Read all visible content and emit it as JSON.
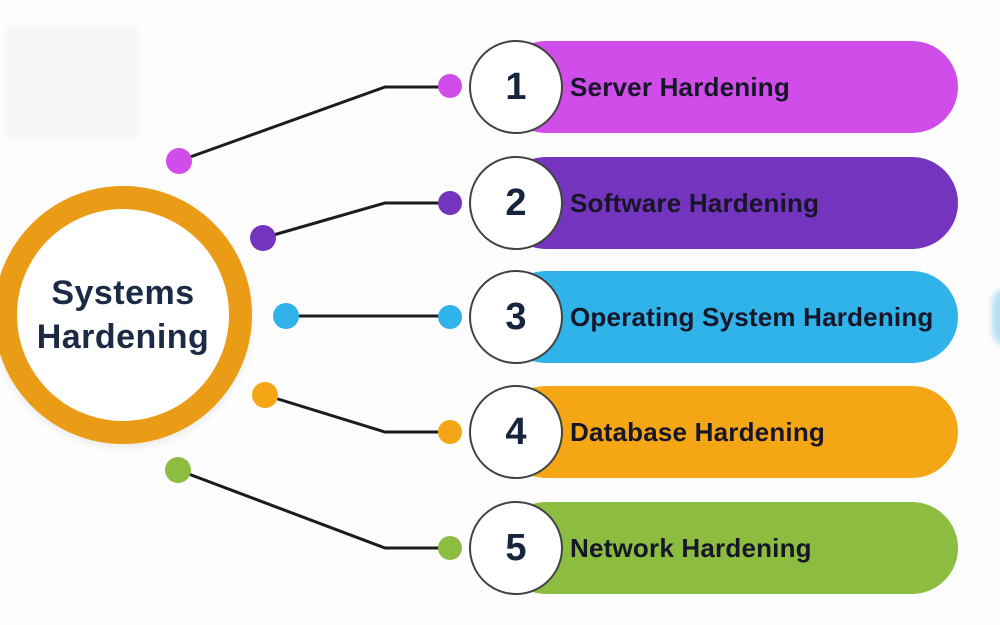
{
  "diagram": {
    "hub": {
      "title_line1": "Systems",
      "title_line2": "Hardening",
      "ring_color": "#EA9C17",
      "text_color": "#1B2B45"
    },
    "items": [
      {
        "number": "1",
        "label": "Server Hardening",
        "color": "#D14DEA"
      },
      {
        "number": "2",
        "label": "Software Hardening",
        "color": "#7534BD"
      },
      {
        "number": "3",
        "label": "Operating System Hardening",
        "color": "#2FB3E9"
      },
      {
        "number": "4",
        "label": "Database Hardening",
        "color": "#F5A614"
      },
      {
        "number": "5",
        "label": "Network Hardening",
        "color": "#8CBD41"
      }
    ],
    "number_text_color": "#16243C",
    "label_text_color": "#171528",
    "connector_color": "#1C1C1C",
    "badge_fill": "#FFFFFF",
    "badge_border_color": "#424242"
  }
}
